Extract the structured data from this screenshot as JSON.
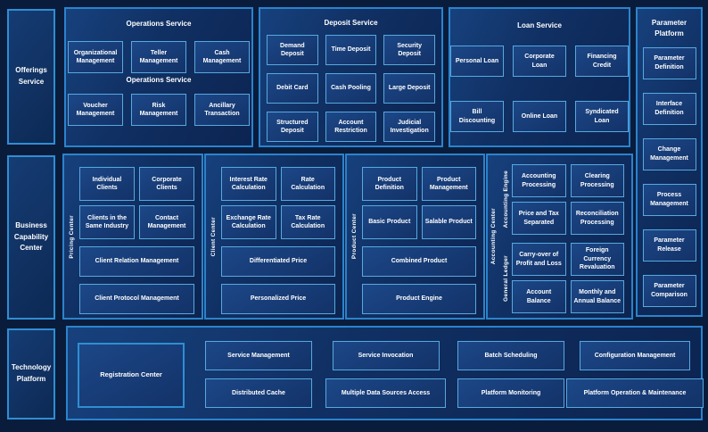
{
  "left_rail": {
    "offerings": "Offerings Service",
    "business_capability": "Business Capability Center",
    "technology": "Technology Platform"
  },
  "operations_service": {
    "title": "Operations Service",
    "row1": [
      "Organizational Management",
      "Teller Management",
      "Cash Management"
    ],
    "mid_label": "Operations Service",
    "row2": [
      "Voucher Management",
      "Risk Management",
      "Ancillary Transaction"
    ]
  },
  "deposit_service": {
    "title": "Deposit Service",
    "items": [
      "Demand Deposit",
      "Time Deposit",
      "Security Deposit",
      "Debit Card",
      "Cash Pooling",
      "Large Deposit",
      "Structured Deposit",
      "Account Restriction",
      "Judicial Investigation"
    ]
  },
  "loan_service": {
    "title": "Loan Service",
    "items": [
      "Personal Loan",
      "Corporate Loan",
      "Financing Credit",
      "Bill Discounting",
      "Online Loan",
      "Syndicated Loan"
    ]
  },
  "parameter_platform": {
    "title": "Parameter Platform",
    "items": [
      "Parameter Definition",
      "Interface Definition",
      "Change Management",
      "Process Management",
      "Parameter Release",
      "Parameter Comparison"
    ]
  },
  "pricing_center": {
    "side_label": "Pricing Center",
    "small_boxes": [
      "Individual Clients",
      "Corporate Clients",
      "Clients in the Same Industry",
      "Contact Management"
    ],
    "wide_boxes": [
      "Client Relation Management",
      "Client Protocol Management"
    ]
  },
  "client_center": {
    "side_label": "Client Center",
    "small_boxes": [
      "Interest Rate Calculation",
      "Rate Calculation",
      "Exchange Rate Calculation",
      "Tax Rate Calculation"
    ],
    "wide_boxes": [
      "Differentiated Price",
      "Personalized Price"
    ]
  },
  "product_center": {
    "side_label": "Product Center",
    "small_boxes": [
      "Product Definition",
      "Product Management",
      "Basic Product",
      "Salable Product"
    ],
    "wide_boxes": [
      "Combined Product",
      "Product Engine"
    ]
  },
  "accounting_center": {
    "side_label": "Accounting Center",
    "engine_label": "Accounting Engine",
    "engine_items": [
      "Accounting Processing",
      "Clearing Processing",
      "Price and Tax Separated",
      "Reconciliation Processing"
    ],
    "ledger_label": "General Ledger",
    "ledger_items": [
      "Carry-over of Profit and Loss",
      "Foreign Currency Revaluation",
      "Account Balance",
      "Monthly and Annual Balance"
    ]
  },
  "technology_platform_panel": {
    "registration": "Registration Center",
    "row1": [
      "Service Management",
      "Service Invocation",
      "Batch Scheduling",
      "Configuration Management"
    ],
    "row2": [
      "Distributed Cache",
      "Multiple Data Sources Access",
      "Platform Monitoring",
      "Platform Operation & Maintenance"
    ]
  },
  "colors": {
    "page_bg": "#0a1c3c",
    "panel_border": "#2b83cc",
    "box_border": "#56a9df",
    "text": "#ffffff"
  }
}
